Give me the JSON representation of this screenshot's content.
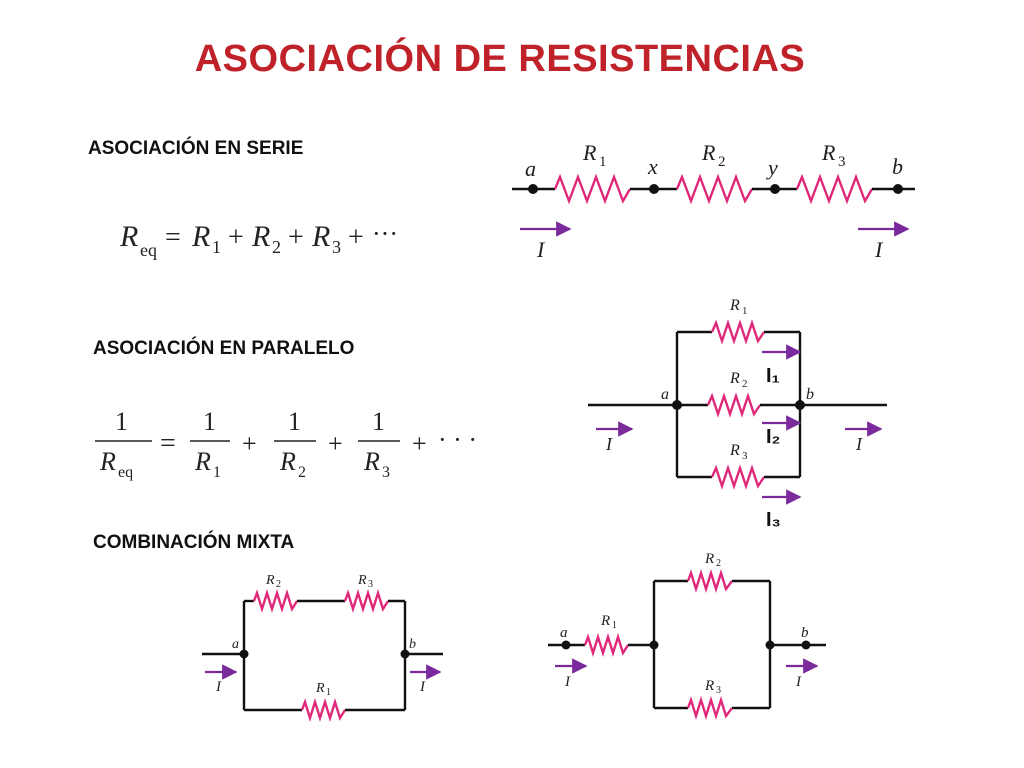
{
  "title": "ASOCIACIÓN DE RESISTENCIAS",
  "sections": {
    "serie": "ASOCIACIÓN EN SERIE",
    "paralelo": "ASOCIACIÓN EN PARALELO",
    "mixta": "COMBINACIÓN MIXTA"
  },
  "labels": {
    "a": "a",
    "b": "b",
    "x": "x",
    "y": "y",
    "R": "R",
    "eq": "eq",
    "one": "1",
    "two": "2",
    "three": "3",
    "I": "I",
    "I1": "I₁",
    "I2": "I₂",
    "I3": "I₃",
    "equals": "=",
    "plus": "+",
    "dots": "···",
    "dots_wide": "· · ·"
  },
  "colors": {
    "title": "#c0222a",
    "resistor": "#e0287a",
    "current_arrow": "#7a2a9a",
    "wire": "#111111"
  }
}
